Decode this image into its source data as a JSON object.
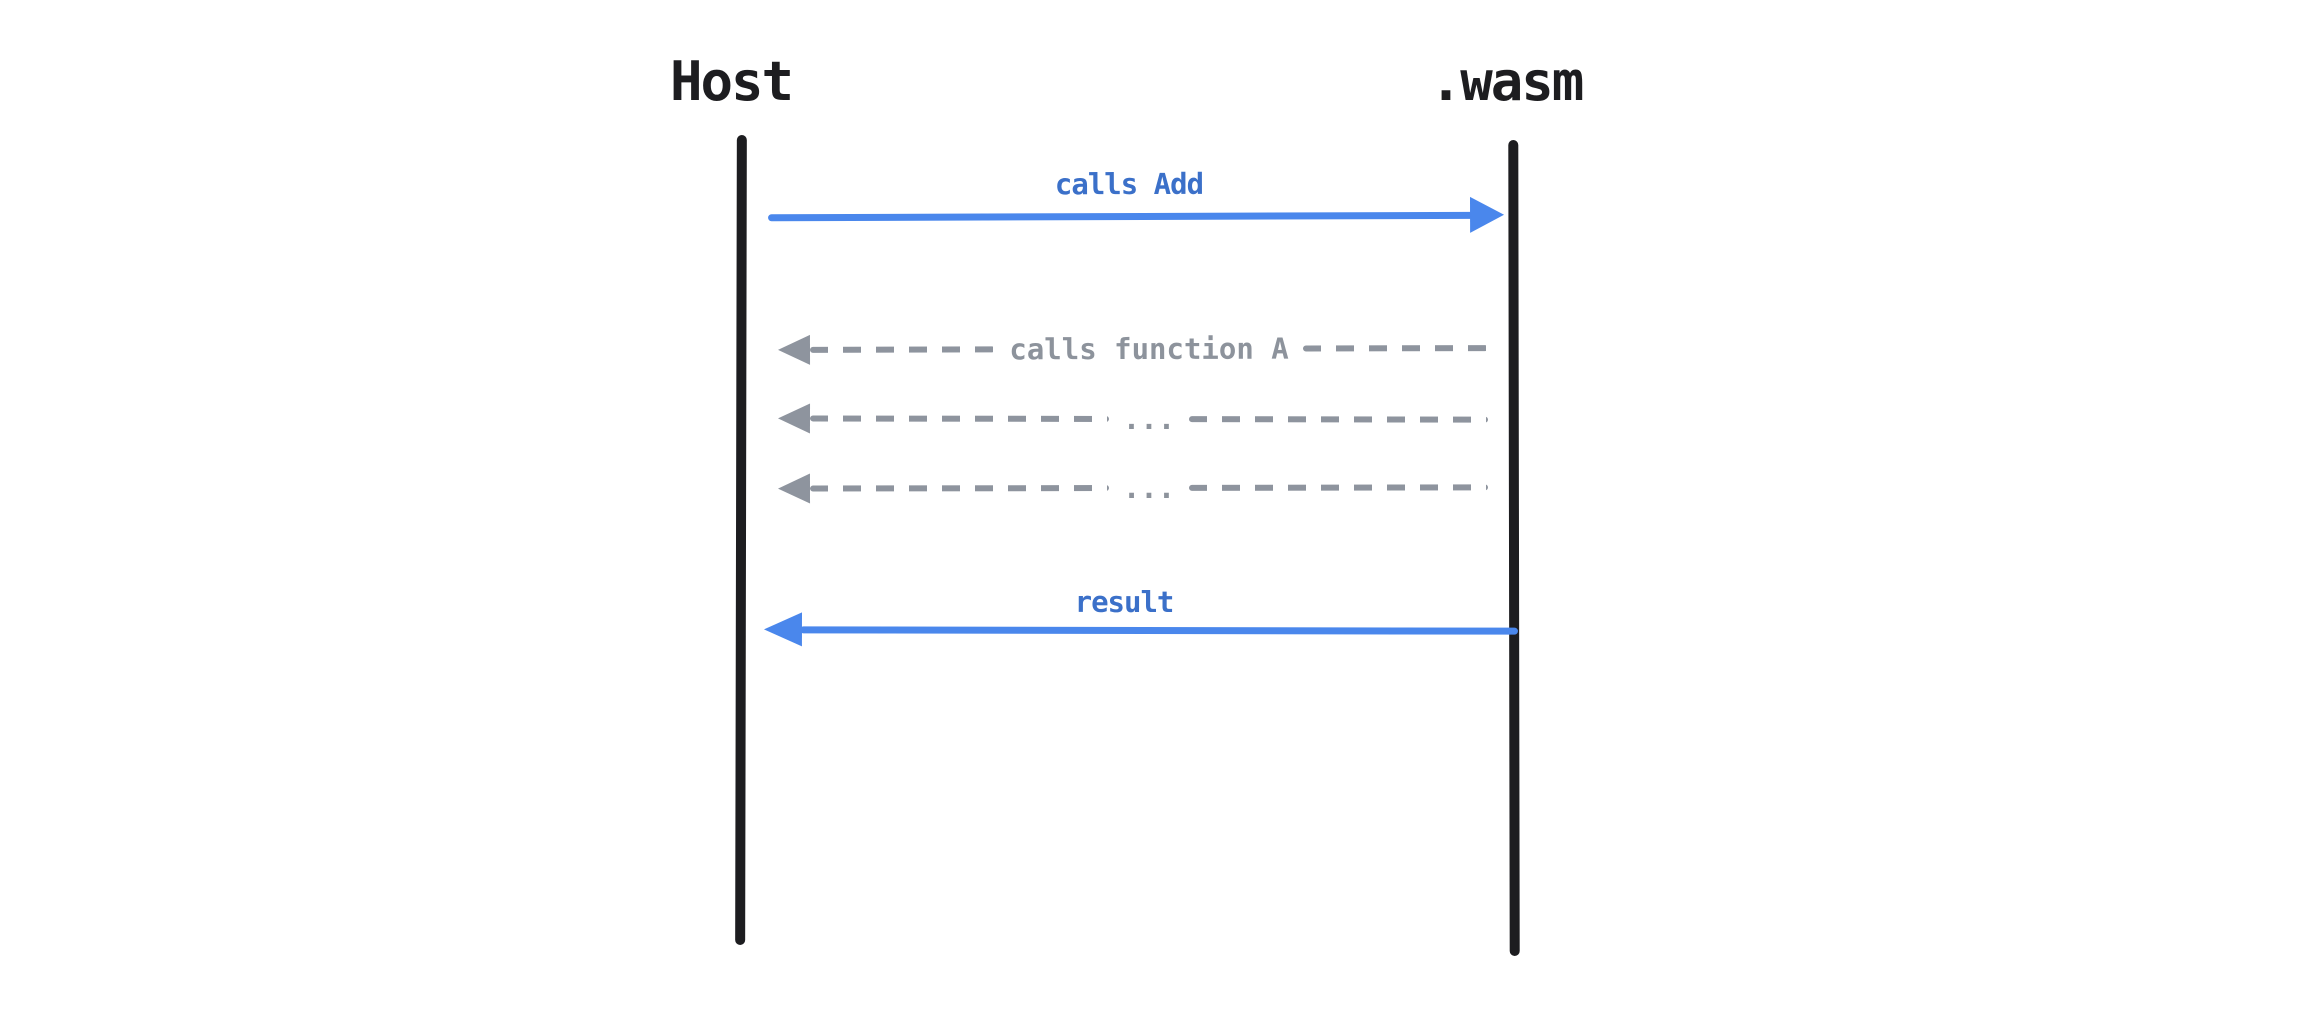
{
  "diagram_type": "sequence-diagram",
  "actors": [
    {
      "name": "Host"
    },
    {
      "name": ".wasm"
    }
  ],
  "messages": [
    {
      "label": "calls Add",
      "from": "Host",
      "to": ".wasm",
      "style": "solid",
      "direction": "right"
    },
    {
      "label": "calls function A",
      "from": ".wasm",
      "to": "Host",
      "style": "dashed",
      "direction": "left"
    },
    {
      "label": "...",
      "from": ".wasm",
      "to": "Host",
      "style": "dashed",
      "direction": "left"
    },
    {
      "label": "...",
      "from": ".wasm",
      "to": "Host",
      "style": "dashed",
      "direction": "left"
    },
    {
      "label": "result",
      "from": ".wasm",
      "to": "Host",
      "style": "solid",
      "direction": "left"
    }
  ],
  "colors": {
    "solid_arrow": "#4a87ec",
    "solid_label": "#3b70c9",
    "dashed_arrow": "#8e949e",
    "dashed_label": "#8d939c",
    "lifeline": "#1d1d20",
    "background": "#ffffff"
  }
}
